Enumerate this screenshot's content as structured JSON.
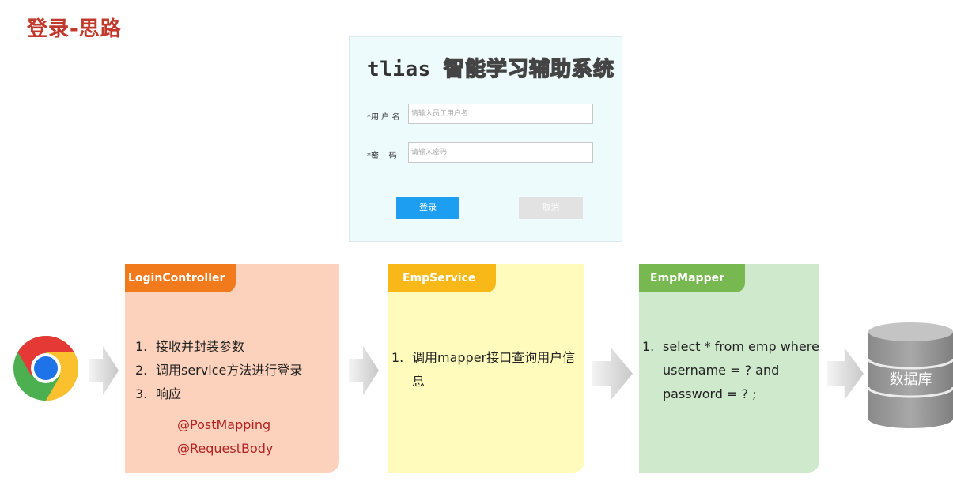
{
  "title": "登录-思路",
  "login_form": {
    "title_en": "tlias",
    "title_cn": "智能学习辅助系统",
    "username_label": "*用 户 名",
    "username_placeholder": "请输入员工用户名",
    "password_label": "*密    码",
    "password_placeholder": "请输入密码",
    "login_button": "登录",
    "cancel_button": "取消"
  },
  "colors": {
    "title": "#c0392b",
    "controller_bg": "#fdd2bc",
    "controller_tab": "#f07a1c",
    "service_bg": "#fffbbd",
    "service_tab": "#f8b818",
    "mapper_bg": "#cfe9cc",
    "mapper_tab": "#78b850",
    "annotation": "#b22222"
  },
  "icons": {
    "client": "chrome-icon",
    "database": "database-icon",
    "arrow": "right-arrow-icon"
  },
  "controller": {
    "name": "LoginController",
    "steps": [
      {
        "num": "1.",
        "text": "接收并封装参数"
      },
      {
        "num": "2.",
        "text": "调用service方法进行登录"
      },
      {
        "num": "3.",
        "text": "响应"
      }
    ],
    "annotations": [
      "@PostMapping",
      "@RequestBody"
    ]
  },
  "service": {
    "name": "EmpService",
    "steps": [
      {
        "num": "1.",
        "text": "调用mapper接口查询用户信息"
      }
    ]
  },
  "mapper": {
    "name": "EmpMapper",
    "steps": [
      {
        "num": "1.",
        "text": "select * from emp where username = ? and password = ? ;"
      }
    ]
  },
  "database": {
    "label": "数据库"
  }
}
